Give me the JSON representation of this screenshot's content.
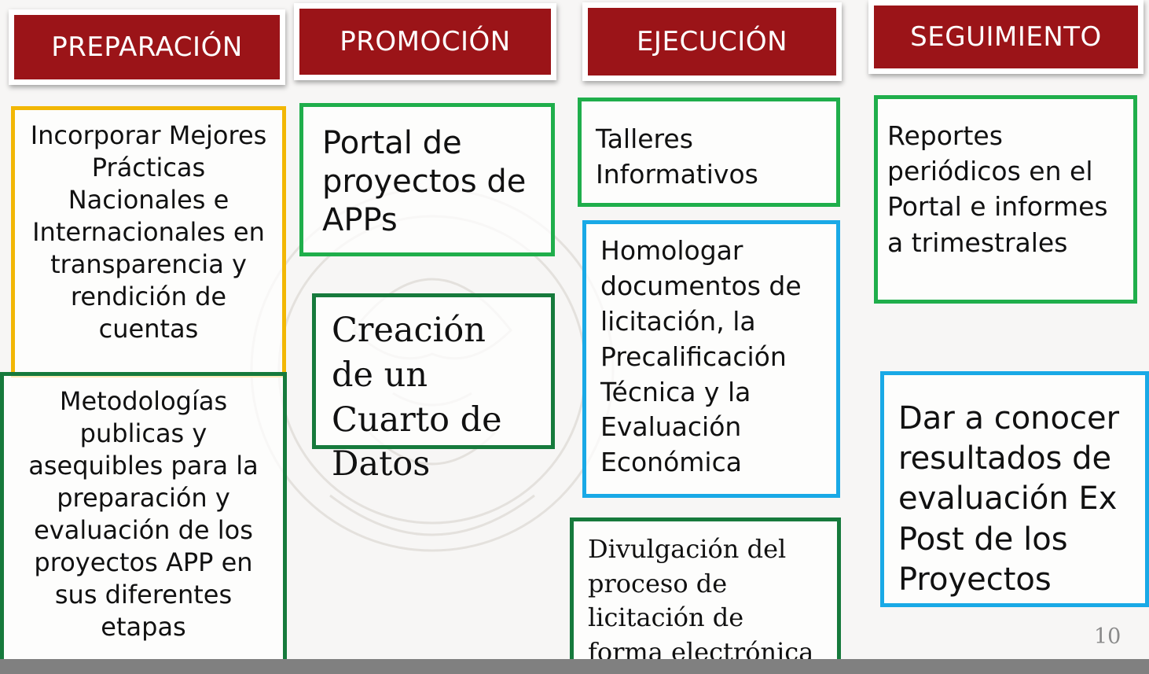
{
  "phases": {
    "preparacion": "PREPARACIÓN",
    "promocion": "PROMOCIÓN",
    "ejecucion": "EJECUCIÓN",
    "seguimiento": "SEGUIMIENTO"
  },
  "boxes": {
    "incorporar": "Incorporar Mejores Prácticas Nacionales e Internacionales en transparencia y rendición de cuentas",
    "metodologias": "Metodologías publicas y asequibles para la preparación y evaluación de los proyectos APP en sus diferentes etapas",
    "portal": "Portal de proyectos de APPs",
    "cuarto_datos": "Creación de un Cuarto de Datos",
    "talleres": "Talleres Informativos",
    "homologar": "Homologar documentos de licitación, la Precalificación Técnica y la Evaluación Económica",
    "divulgacion": "Divulgación del proceso de licitación de forma electrónica",
    "reportes": "Reportes periódicos en el Portal e informes a trimestrales",
    "dar_conocer": "Dar a conocer resultados de evaluación Ex Post de los Proyectos"
  },
  "page_number": "10",
  "colors": {
    "header_red": "#9b1418",
    "yellow": "#f2b705",
    "green": "#1fae4b",
    "dark_green": "#167a3c",
    "blue": "#19a9e6"
  },
  "icons": {
    "background_emblem": "coat-of-arms-watermark"
  }
}
